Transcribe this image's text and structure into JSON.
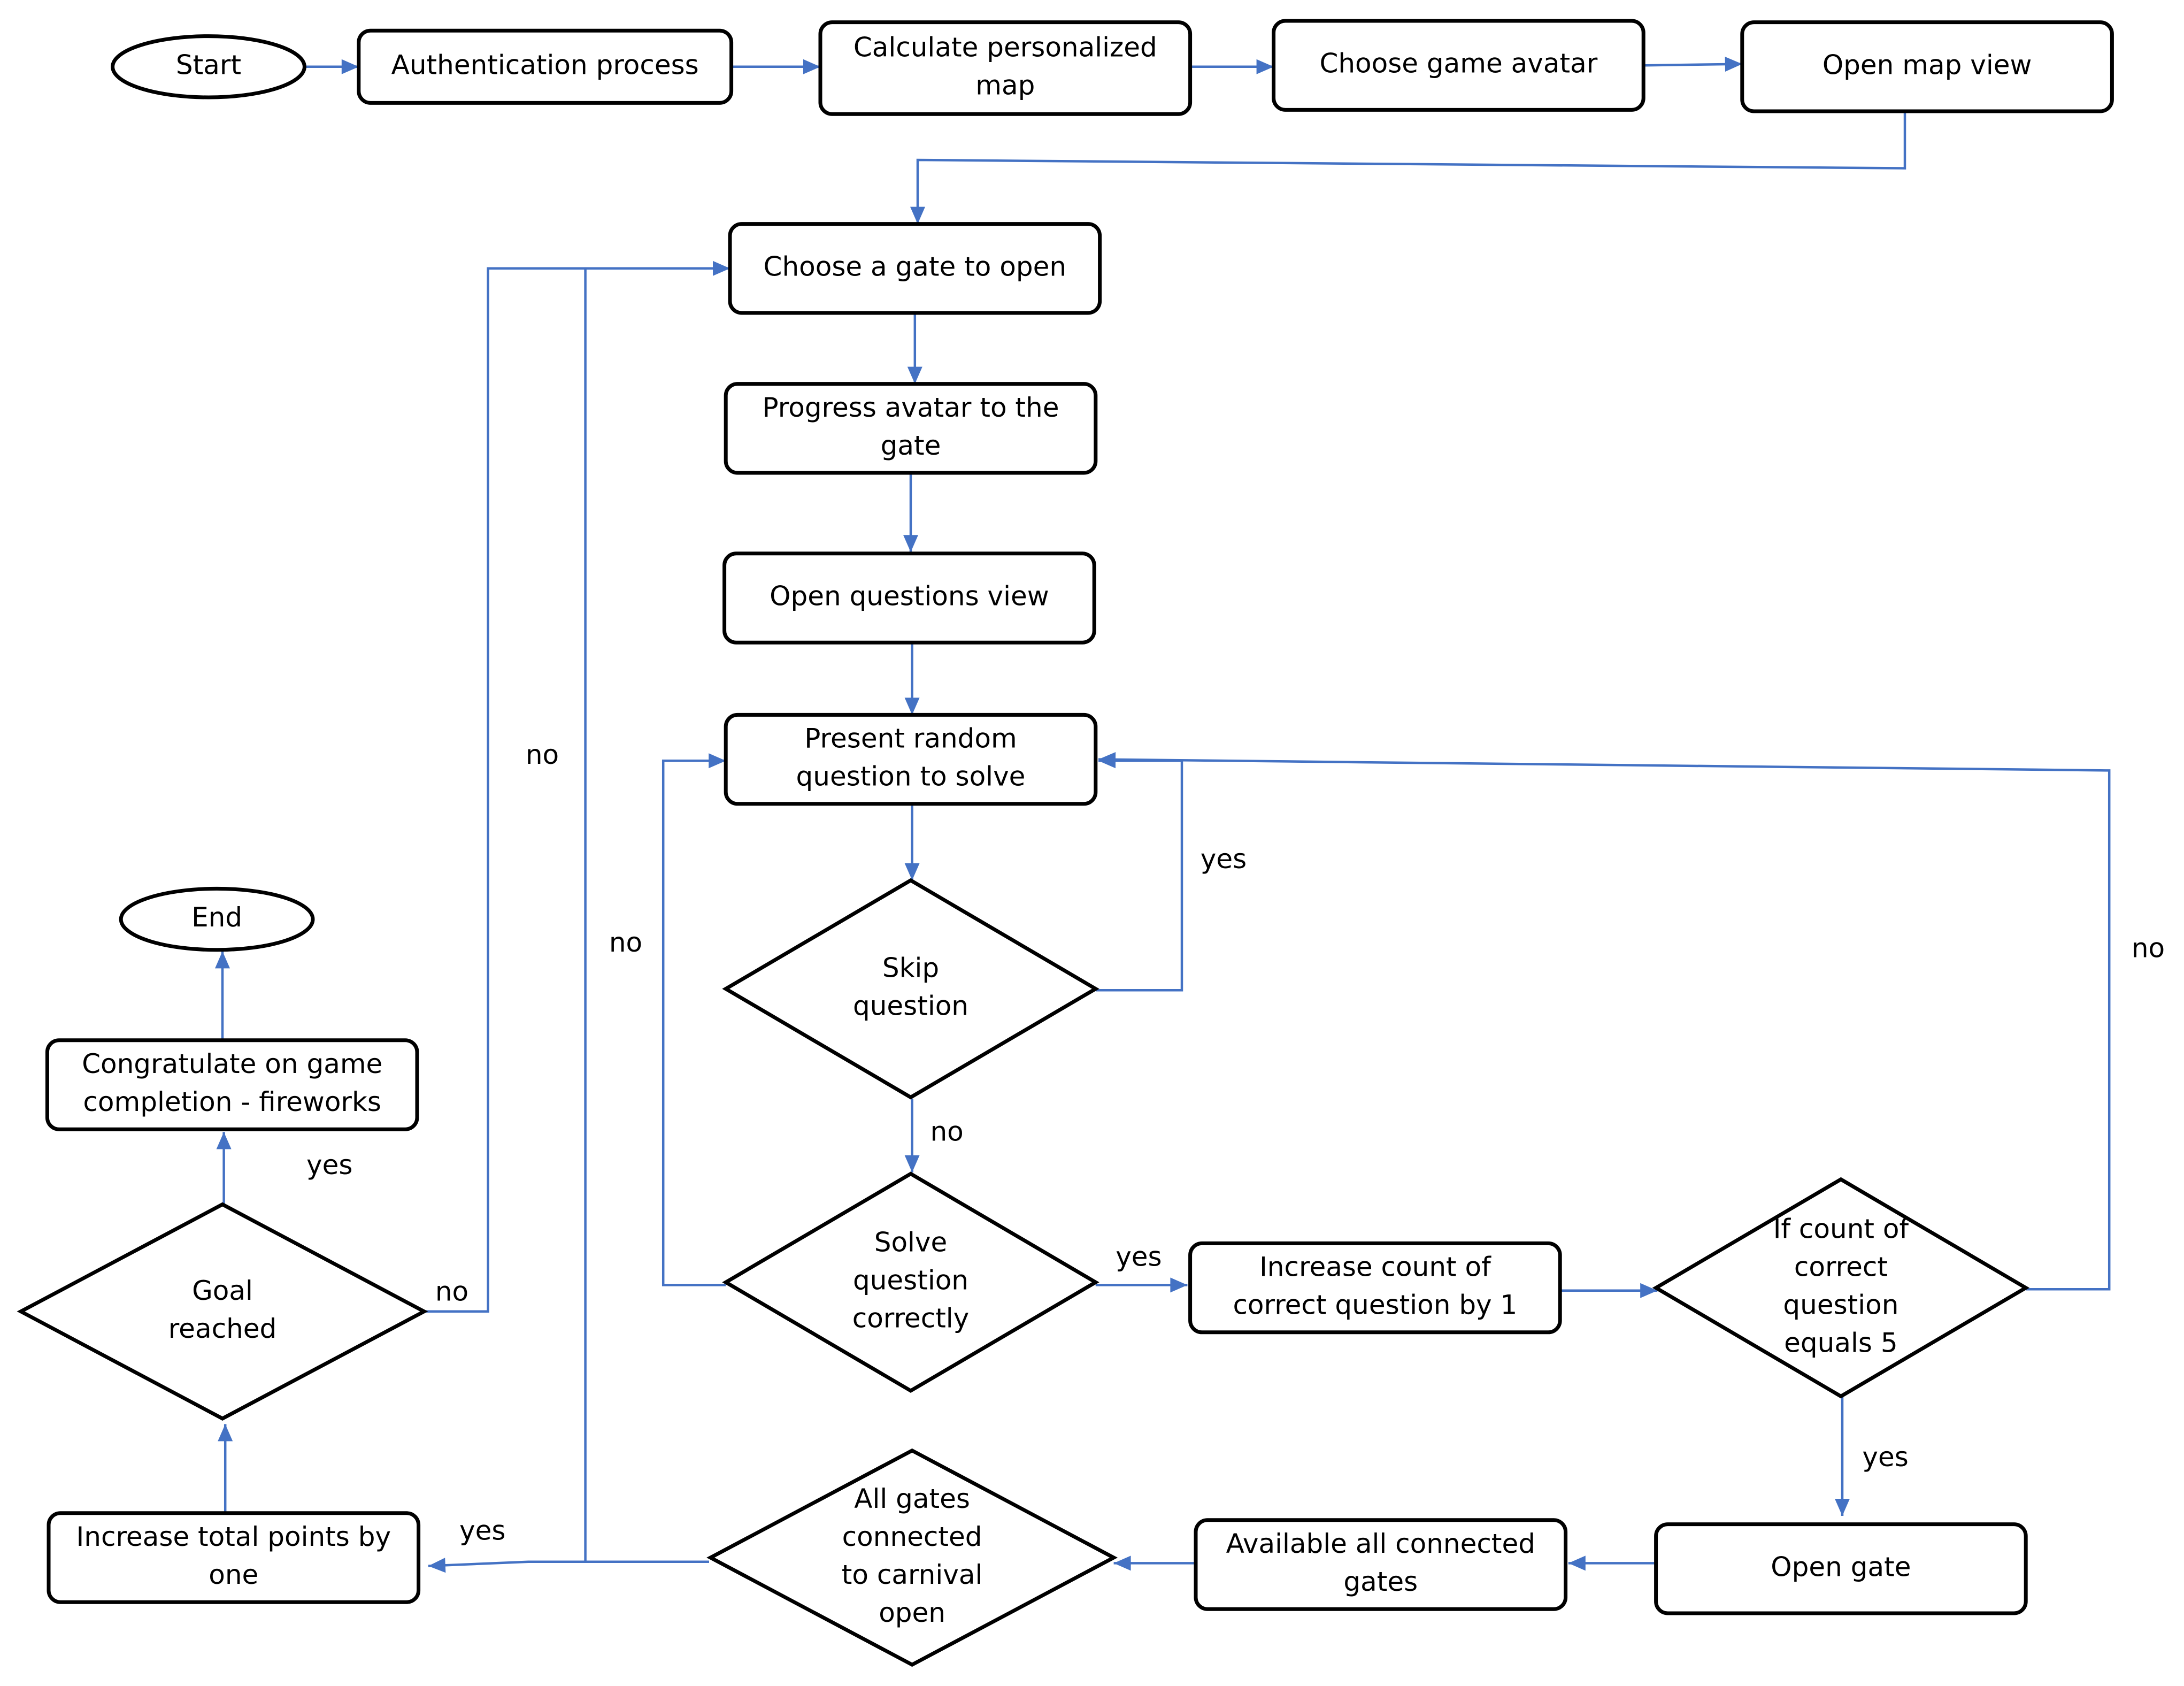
{
  "diagram": {
    "colors": {
      "edge": "#4472C4",
      "node_border": "#000000",
      "node_fill": "#FFFFFF",
      "text": "#000000"
    },
    "nodes": [
      {
        "id": "start",
        "shape": "ellipse",
        "lines": [
          "Start"
        ]
      },
      {
        "id": "auth",
        "shape": "rounded-rect",
        "lines": [
          "Authentication process"
        ]
      },
      {
        "id": "calc_map",
        "shape": "rounded-rect",
        "lines": [
          "Calculate personalized",
          "map"
        ]
      },
      {
        "id": "avatar",
        "shape": "rounded-rect",
        "lines": [
          "Choose game avatar"
        ]
      },
      {
        "id": "map_view",
        "shape": "rounded-rect",
        "lines": [
          "Open map view"
        ]
      },
      {
        "id": "choose_gate",
        "shape": "rounded-rect",
        "lines": [
          "Choose a gate to open"
        ]
      },
      {
        "id": "progress",
        "shape": "rounded-rect",
        "lines": [
          "Progress avatar to the",
          "gate"
        ]
      },
      {
        "id": "questions_view",
        "shape": "rounded-rect",
        "lines": [
          "Open questions view"
        ]
      },
      {
        "id": "present_q",
        "shape": "rounded-rect",
        "lines": [
          "Present  random",
          "question to solve"
        ]
      },
      {
        "id": "skip",
        "shape": "diamond",
        "lines": [
          "Skip",
          "question"
        ]
      },
      {
        "id": "solve",
        "shape": "diamond",
        "lines": [
          "Solve",
          "question",
          "correctly"
        ]
      },
      {
        "id": "increase_count",
        "shape": "rounded-rect",
        "lines": [
          "Increase count of",
          "correct question by 1"
        ]
      },
      {
        "id": "count5",
        "shape": "diamond",
        "lines": [
          "If count of",
          "correct",
          "question",
          "equals 5"
        ]
      },
      {
        "id": "open_gate",
        "shape": "rounded-rect",
        "lines": [
          "Open gate"
        ]
      },
      {
        "id": "available",
        "shape": "rounded-rect",
        "lines": [
          "Available  all connected",
          "gates"
        ]
      },
      {
        "id": "all_gates",
        "shape": "diamond",
        "lines": [
          "All gates",
          "connected",
          "to carnival",
          "open"
        ]
      },
      {
        "id": "increase_points",
        "shape": "rounded-rect",
        "lines": [
          "Increase total points by",
          "one"
        ]
      },
      {
        "id": "goal",
        "shape": "diamond",
        "lines": [
          "Goal",
          "reached"
        ]
      },
      {
        "id": "congrats",
        "shape": "rounded-rect",
        "lines": [
          "Congratulate on game",
          "completion - fireworks"
        ]
      },
      {
        "id": "end",
        "shape": "ellipse",
        "lines": [
          "End"
        ]
      }
    ],
    "edges": [
      {
        "id": "e_start_auth",
        "from": "start",
        "to": "auth",
        "label": ""
      },
      {
        "id": "e_auth_calc",
        "from": "auth",
        "to": "calc_map",
        "label": ""
      },
      {
        "id": "e_calc_avatar",
        "from": "calc_map",
        "to": "avatar",
        "label": ""
      },
      {
        "id": "e_avatar_map",
        "from": "avatar",
        "to": "map_view",
        "label": ""
      },
      {
        "id": "e_map_choose",
        "from": "map_view",
        "to": "choose_gate",
        "label": ""
      },
      {
        "id": "e_choose_progress",
        "from": "choose_gate",
        "to": "progress",
        "label": ""
      },
      {
        "id": "e_progress_qview",
        "from": "progress",
        "to": "questions_view",
        "label": ""
      },
      {
        "id": "e_qview_present",
        "from": "questions_view",
        "to": "present_q",
        "label": ""
      },
      {
        "id": "e_present_skip",
        "from": "present_q",
        "to": "skip",
        "label": ""
      },
      {
        "id": "e_skip_yes",
        "from": "skip",
        "to": "present_q",
        "label": "yes"
      },
      {
        "id": "e_skip_no",
        "from": "skip",
        "to": "solve",
        "label": "no"
      },
      {
        "id": "e_solve_no",
        "from": "solve",
        "to": "present_q",
        "label": "no"
      },
      {
        "id": "e_solve_yes",
        "from": "solve",
        "to": "increase_count",
        "label": "yes"
      },
      {
        "id": "e_count_check",
        "from": "increase_count",
        "to": "count5",
        "label": ""
      },
      {
        "id": "e_count5_no",
        "from": "count5",
        "to": "present_q",
        "label": "no"
      },
      {
        "id": "e_count5_yes",
        "from": "count5",
        "to": "open_gate",
        "label": "yes"
      },
      {
        "id": "e_open_available",
        "from": "open_gate",
        "to": "available",
        "label": ""
      },
      {
        "id": "e_available_allgates",
        "from": "available",
        "to": "all_gates",
        "label": ""
      },
      {
        "id": "e_allgates_yes",
        "from": "all_gates",
        "to": "increase_points",
        "label": "yes"
      },
      {
        "id": "e_allgates_no",
        "from": "all_gates",
        "to": "choose_gate",
        "label": "no"
      },
      {
        "id": "e_points_goal",
        "from": "increase_points",
        "to": "goal",
        "label": ""
      },
      {
        "id": "e_goal_yes",
        "from": "goal",
        "to": "congrats",
        "label": "yes"
      },
      {
        "id": "e_goal_no",
        "from": "goal",
        "to": "choose_gate",
        "label": "no"
      },
      {
        "id": "e_congrats_end",
        "from": "congrats",
        "to": "end",
        "label": ""
      }
    ]
  }
}
